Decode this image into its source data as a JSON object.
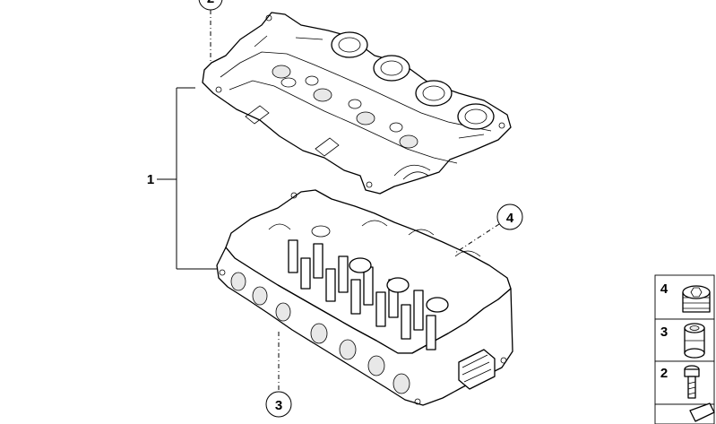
{
  "callouts": {
    "assembly": "1",
    "cover": "2",
    "head": "3",
    "gasket": "4"
  },
  "legend": {
    "items": [
      {
        "number": "4",
        "icon": "plug-screw-icon"
      },
      {
        "number": "3",
        "icon": "bushing-icon"
      },
      {
        "number": "2",
        "icon": "bolt-icon"
      }
    ]
  }
}
